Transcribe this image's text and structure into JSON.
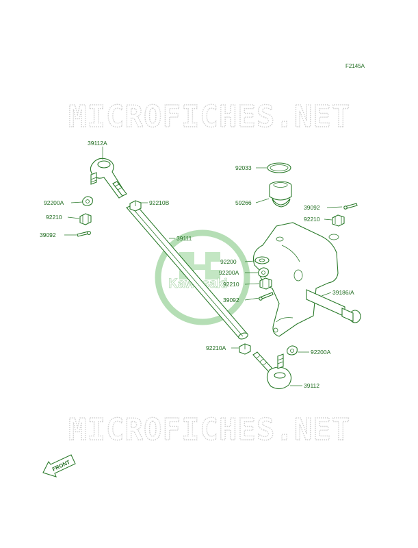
{
  "figure_code": "F2145A",
  "watermark": {
    "text": "MICROFICHES.NET",
    "brand": "Kawasaki"
  },
  "front_label": "FRONT",
  "parts": [
    {
      "id": "p1",
      "number": "39112A"
    },
    {
      "id": "p2",
      "number": "92200A"
    },
    {
      "id": "p3",
      "number": "92210"
    },
    {
      "id": "p4",
      "number": "39092"
    },
    {
      "id": "p5",
      "number": "92210B"
    },
    {
      "id": "p6",
      "number": "39111"
    },
    {
      "id": "p7",
      "number": "92033"
    },
    {
      "id": "p8",
      "number": "59266"
    },
    {
      "id": "p9",
      "number": "39092"
    },
    {
      "id": "p10",
      "number": "92210"
    },
    {
      "id": "p11",
      "number": "92200"
    },
    {
      "id": "p12",
      "number": "92200A"
    },
    {
      "id": "p13",
      "number": "92210"
    },
    {
      "id": "p14",
      "number": "39092"
    },
    {
      "id": "p15",
      "number": "39186/A"
    },
    {
      "id": "p16",
      "number": "92210A"
    },
    {
      "id": "p17",
      "number": "92200A"
    },
    {
      "id": "p18",
      "number": "39112"
    }
  ]
}
